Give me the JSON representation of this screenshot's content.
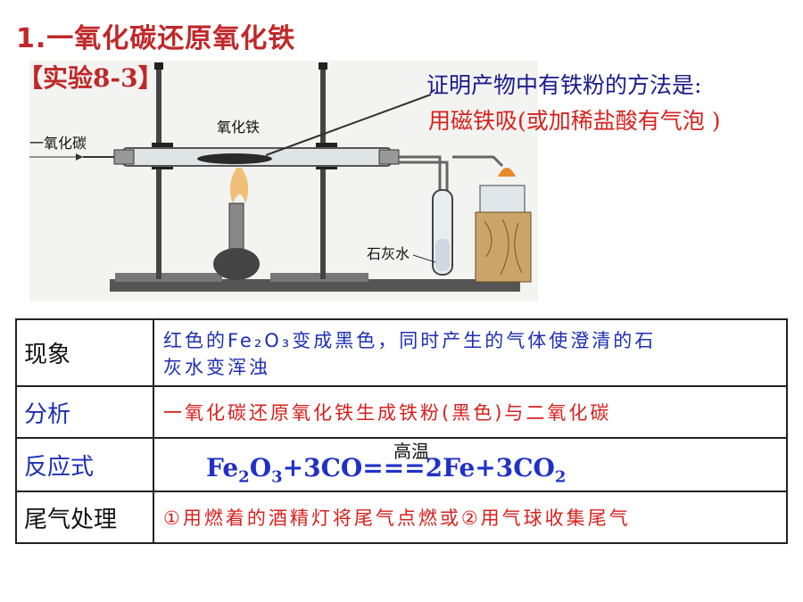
{
  "title": "1.一氧化碳还原氧化铁",
  "experiment_label": "【实验8-3】",
  "proof": {
    "question": "证明产物中有铁粉的方法是:",
    "answer": "用磁铁吸(或加稀盐酸有气泡 )"
  },
  "diagram": {
    "co_label": "一氧化碳",
    "fe2o3_label": "氧化铁",
    "limewater_label": "石灰水"
  },
  "table": {
    "rows": [
      {
        "label": "现象",
        "content_1": "红色的Fe₂O₃变成黑色，同时产生的气体使澄清的石",
        "content_2": "灰水变浑浊"
      },
      {
        "label": "分析",
        "content": "一氧化碳还原氧化铁生成铁粉(黑色)与二氧化碳"
      },
      {
        "label": "反应式",
        "condition": "高温",
        "eq_a": "Fe",
        "eq_a_sub1": "2",
        "eq_b": "O",
        "eq_b_sub": "3",
        "eq_c": "+3CO===2Fe+3CO",
        "eq_c_sub": "2"
      },
      {
        "label": "尾气处理",
        "content": "①用燃着的酒精灯将尾气点燃或②用气球收集尾气"
      }
    ]
  },
  "colors": {
    "title_red": "#c0282a",
    "blue": "#1d2fb3",
    "red": "#d8201c"
  }
}
